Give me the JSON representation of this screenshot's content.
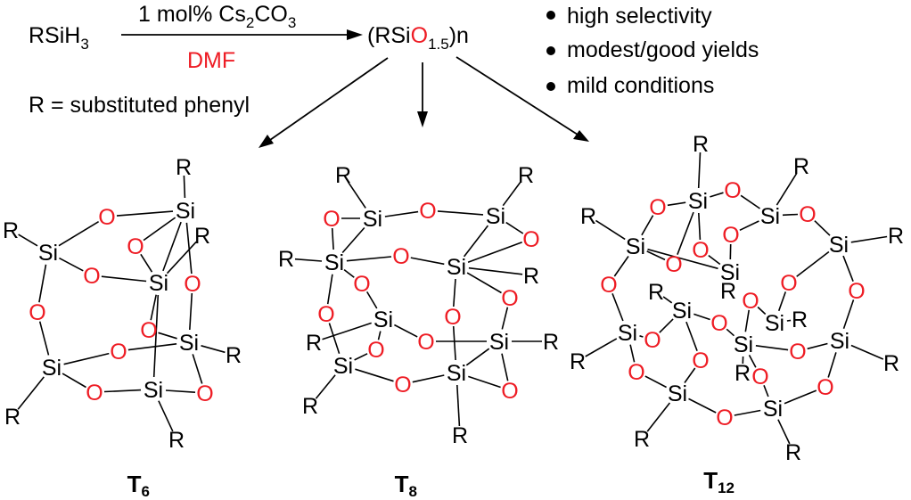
{
  "reaction": {
    "reactant_main": "RSiH",
    "reactant_sub": "3",
    "reagent_main": "1 mol% Cs",
    "reagent_sub1": "2",
    "reagent_mid": "CO",
    "reagent_sub2": "3",
    "solvent": "DMF",
    "product_open": "(RSi",
    "product_o": "O",
    "product_sub": "1.5",
    "product_close": ")n",
    "r_definition": "R = substituted phenyl"
  },
  "features": [
    "high selectivity",
    "modest/good yields",
    "mild conditions"
  ],
  "atoms": {
    "si": "Si",
    "o": "O",
    "r": "R"
  },
  "structures": [
    {
      "main": "T",
      "sub": "6"
    },
    {
      "main": "T",
      "sub": "8"
    },
    {
      "main": "T",
      "sub": "12"
    }
  ],
  "colors": {
    "oxygen": "#ee1c24",
    "solvent": "#ee1c24",
    "text": "#000000"
  }
}
